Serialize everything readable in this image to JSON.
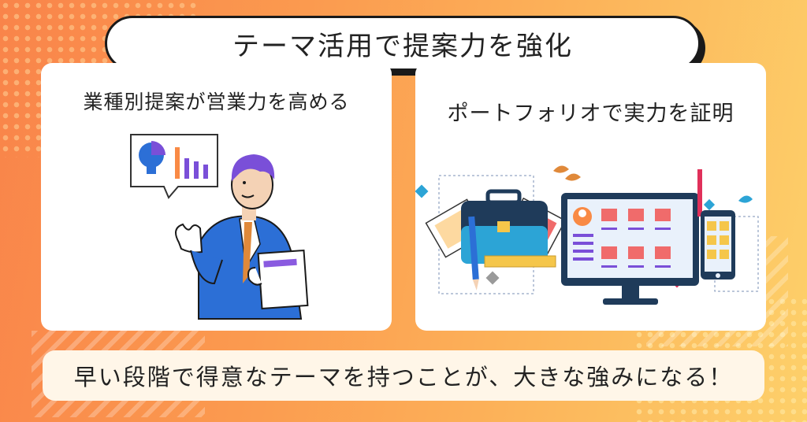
{
  "title": "テーマ活用で提案力を強化",
  "left_panel": {
    "title": "業種別提案が営業力を高める"
  },
  "right_panel": {
    "title": "ポートフォリオで実力を証明"
  },
  "bottom_message": "早い段階で得意なテーマを持つことが、大きな強みになる！",
  "colors": {
    "accent_orange": "#f98a45",
    "suit_blue": "#2c6fd6",
    "hair_purple": "#7a4fd8",
    "monitor_dark": "#1f3b5a",
    "screen_bg": "#e9f1fb"
  },
  "icons": [
    "speech-bubble-chart-icon",
    "pie-chart-icon",
    "bar-chart-icon",
    "briefcase-icon",
    "pencil-icon",
    "ruler-icon",
    "monitor-icon",
    "tablet-icon",
    "leaf-icon"
  ]
}
